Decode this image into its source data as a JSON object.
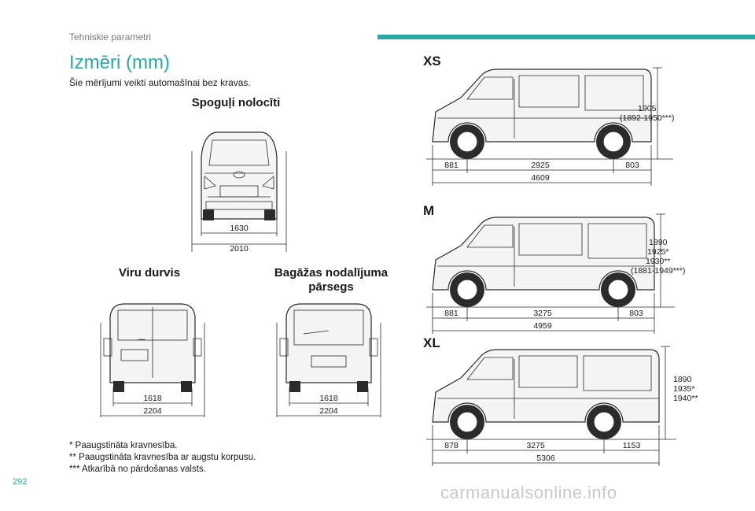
{
  "header": {
    "section_label": "Tehniskie parametri",
    "accent_color": "#2aa9a3"
  },
  "page_title": "Izmēri (mm)",
  "intro": "Šie mērījumi veikti automašīnai bez kravas.",
  "views": {
    "mirrors": {
      "title": "Spoguļi nolocīti",
      "width": "1630",
      "overall": "2010"
    },
    "side_doors": {
      "title": "Viru durvis",
      "width": "1618",
      "overall": "2204"
    },
    "tailgate": {
      "title": "Bagāžas nodalījuma pārsegs",
      "width": "1618",
      "overall": "2204"
    }
  },
  "variants": [
    {
      "name": "XS",
      "front": "881",
      "wheelbase": "2925",
      "rear": "803",
      "length": "4609",
      "height_lines": [
        "1905",
        "(1892-1950***)"
      ]
    },
    {
      "name": "M",
      "front": "881",
      "wheelbase": "3275",
      "rear": "803",
      "length": "4959",
      "height_lines": [
        "1890",
        "1925*",
        "1930**",
        "(1881-1949***)"
      ]
    },
    {
      "name": "XL",
      "front": "878",
      "wheelbase": "3275",
      "rear": "1153",
      "length": "5306",
      "height_lines": [
        "1890",
        "1935*",
        "1940**"
      ]
    }
  ],
  "footnotes": [
    "* Paaugstināta kravnesība.",
    "** Paaugstināta kravnesība ar augstu korpusu.",
    "*** Atkarībā no pārdošanas valsts."
  ],
  "page_number": "292",
  "watermark": "carmanualsonline.info"
}
